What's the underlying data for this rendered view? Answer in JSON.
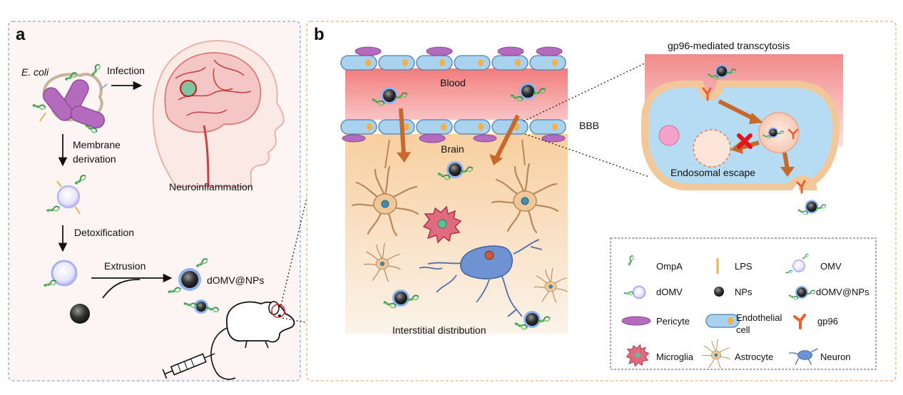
{
  "panel_a": {
    "letter": "a",
    "ecoli": "E. coli",
    "infection": "Infection",
    "neuroinflammation": "Neuroinflammation",
    "membrane_1": "Membrane",
    "membrane_2": "derivation",
    "detox": "Detoxification",
    "extrusion": "Extrusion",
    "product": "dOMV@NPs"
  },
  "panel_b": {
    "letter": "b",
    "blood": "Blood",
    "brain": "Brain",
    "bbb": "BBB",
    "interstitial": "Interstitial distribution",
    "transcytosis": "gp96-mediated transcytosis",
    "endosomal": "Endosomal escape"
  },
  "legend": {
    "items": [
      "OmpA",
      "LPS",
      "OMV",
      "dOMV",
      "NPs",
      "dOMV@NPs",
      "Pericyte",
      "Endothelial",
      "gp96",
      "Microglia",
      "Astrocyte",
      "Neuron"
    ],
    "endothelial_2": "cell"
  },
  "colors": {
    "panel_a_bg": "#fdf3f3",
    "panel_a_border": "#8fa8d8",
    "panel_b_border": "#f0b07a",
    "blood_red": "#f08a8a",
    "brain_peach": "#f8d6ae",
    "endothelial": "#a9d2ef",
    "pericyte": "#b46bbd",
    "ompa_green": "#3a9a4c",
    "arrow_orange": "#c8682a",
    "gp96": "#e8612a",
    "x_red": "#e0161e"
  }
}
